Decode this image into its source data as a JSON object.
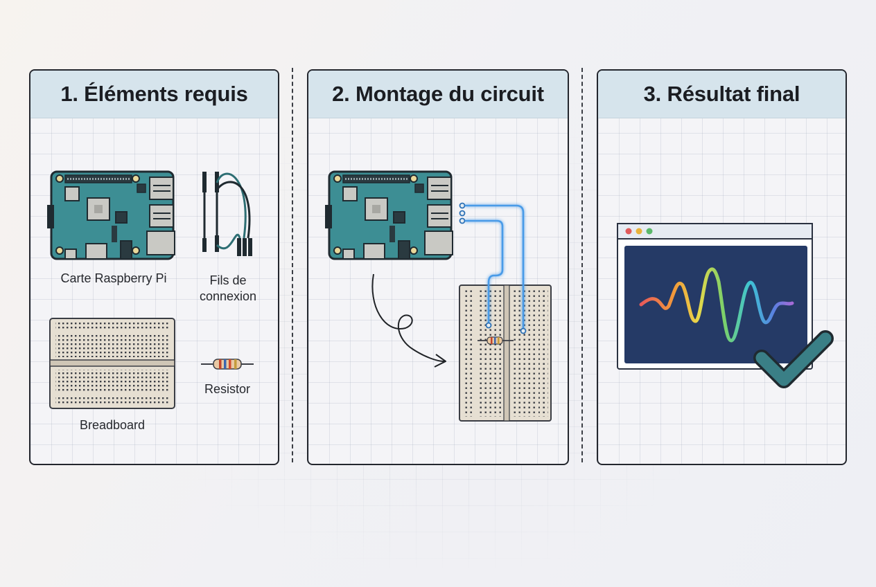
{
  "panels": [
    {
      "title": "1. Éléments requis"
    },
    {
      "title": "2. Montage du circuit"
    },
    {
      "title": "3. Résultat final"
    }
  ],
  "components": {
    "raspberry_label": "Carte Raspberry Pi",
    "wires_label_line1": "Fils de",
    "wires_label_line2": "connexion",
    "breadboard_label": "Breadboard",
    "resistor_label": "Resistor"
  },
  "colors": {
    "panel_header": "#d6e4ec",
    "pcb_green": "#3d8e94",
    "wire_blue": "#4a9be8",
    "screen_navy": "#253a66",
    "check_teal": "#3a7f86"
  }
}
